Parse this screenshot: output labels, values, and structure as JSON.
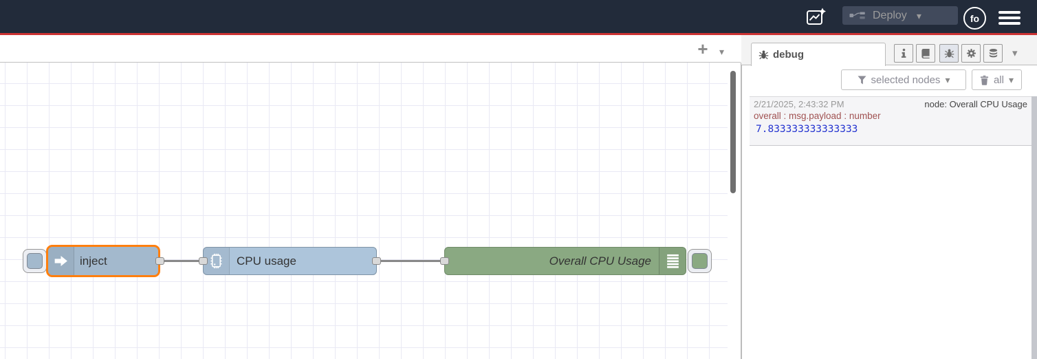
{
  "header": {
    "deploy_label": "Deploy",
    "avatar_text": "fo"
  },
  "canvas": {
    "add_flow_label": "+",
    "nodes": [
      {
        "id": "inject",
        "label": "inject",
        "color": "#a3b9cd",
        "selected": true
      },
      {
        "id": "cpu",
        "label": "CPU usage",
        "color": "#adc5db",
        "selected": false
      },
      {
        "id": "debug",
        "label": "Overall CPU Usage",
        "color": "#8aa982",
        "selected": false
      }
    ]
  },
  "sidebar": {
    "tab_label": "debug",
    "filter_button_label": "selected nodes",
    "clear_button_label": "all",
    "messages": [
      {
        "timestamp": "2/21/2025, 2:43:32 PM",
        "source": "node: Overall CPU Usage",
        "property": "overall : msg.payload : number",
        "value": "7.833333333333333"
      }
    ]
  },
  "icons": {
    "header": [
      "image-sparkle-icon",
      "deploy-nodes-icon",
      "caret-down-icon",
      "avatar",
      "menu-icon"
    ],
    "sidebar_toolbar": [
      "info-icon",
      "book-icon",
      "bug-icon",
      "gear-icon",
      "database-icon",
      "caret-down-icon"
    ],
    "filter_row": [
      "funnel-icon",
      "trash-icon",
      "caret-down-icon"
    ],
    "nodes": [
      "inject-arrow-icon",
      "chip-icon",
      "debug-lines-icon"
    ]
  },
  "colors": {
    "header_bg": "#222b3a",
    "accent_red_line": "#cc3333",
    "selection_orange": "#ff7f0e",
    "node_inject": "#a3b9cd",
    "node_cpu": "#adc5db",
    "node_debug": "#8aa982",
    "wire_gray": "#888888",
    "debug_property_red": "#a05252",
    "debug_value_blue": "#2434d0"
  }
}
